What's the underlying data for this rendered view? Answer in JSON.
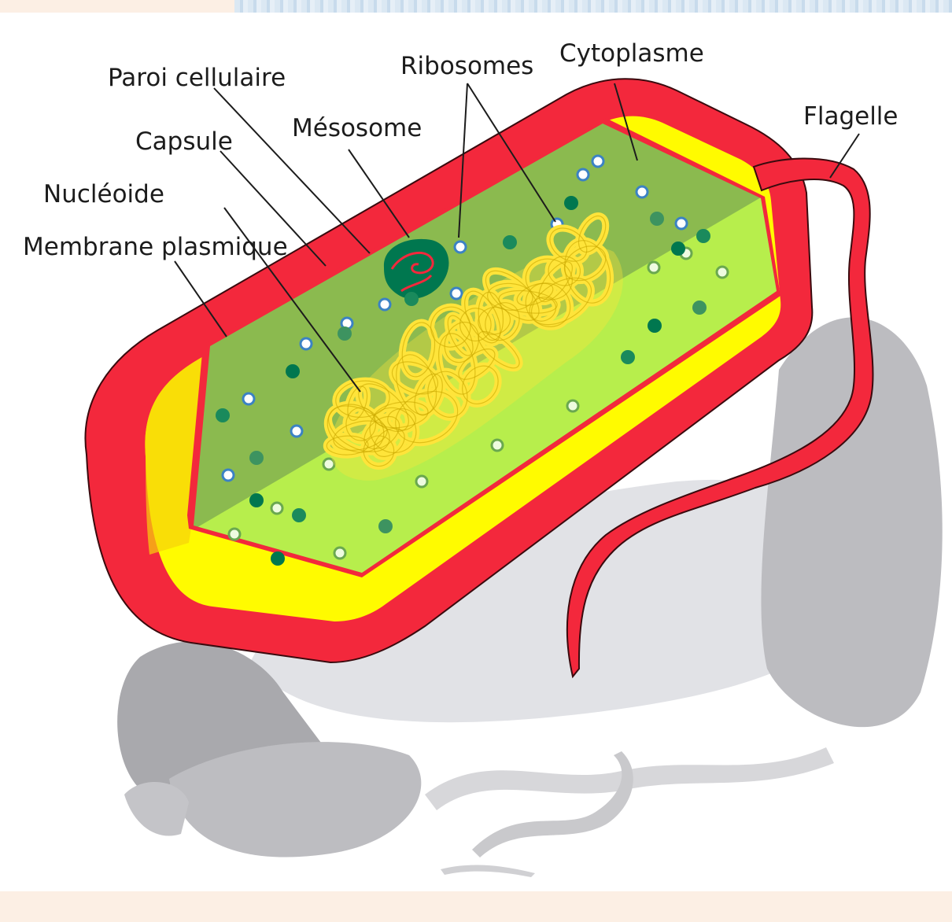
{
  "labels": {
    "paroi": "Paroi cellulaire",
    "capsule": "Capsule",
    "nucleoide": "Nucléoide",
    "membrane": "Membrane plasmique",
    "mesosome": "Mésosome",
    "ribosomes": "Ribosomes",
    "cytoplasme": "Cytoplasme",
    "flagelle": "Flagelle"
  },
  "colors": {
    "capsule": "#f3283c",
    "cell_wall": "#fffb00",
    "cytoplasm_dark": "#8bba4f",
    "cytoplasm_light": "#b7ee4c",
    "nucleoid": "#ffe43a",
    "mesosome": "#00774f",
    "shadow": "#b9b9bd"
  }
}
